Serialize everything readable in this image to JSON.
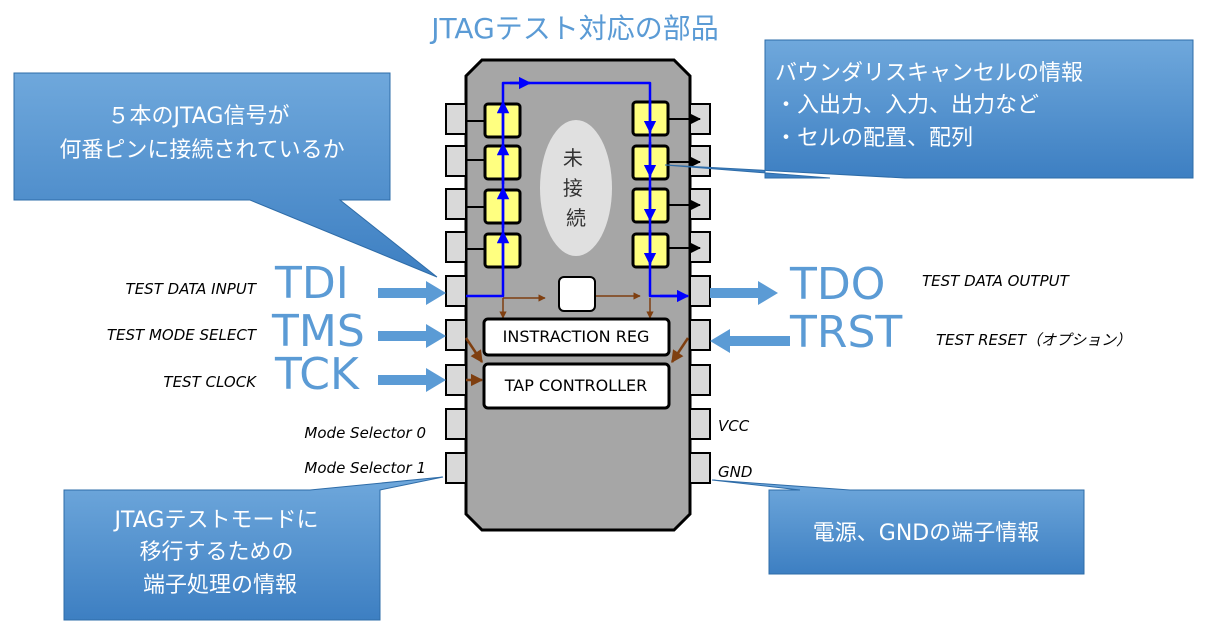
{
  "title": "JTAGテスト対応の部品",
  "callouts": {
    "pins": [
      "５本のJTAG信号が",
      "何番ピンに接続されているか"
    ],
    "boundary": [
      "バウンダリスキャンセルの情報",
      "・入出力、入力、出力など",
      "・セルの配置、配列"
    ],
    "mode": [
      "JTAGテストモードに",
      "移行するための",
      "端子処理の情報"
    ],
    "power": [
      "電源、GNDの端子情報"
    ]
  },
  "chip": {
    "unconnected": [
      "未",
      "接",
      "続"
    ],
    "instruction_reg": "INSTRACTION REG",
    "tap_controller": "TAP CONTROLLER"
  },
  "signals": {
    "tdi": {
      "short": "TDI",
      "long": "TEST DATA INPUT"
    },
    "tms": {
      "short": "TMS",
      "long": "TEST MODE SELECT"
    },
    "tck": {
      "short": "TCK",
      "long": "TEST CLOCK"
    },
    "tdo": {
      "short": "TDO",
      "long": "TEST DATA OUTPUT"
    },
    "trst": {
      "short": "TRST",
      "long": "TEST RESET（オプション）"
    }
  },
  "pin_labels": {
    "mode_selector_0": "Mode Selector 0",
    "mode_selector_1": "Mode Selector 1",
    "vcc": "VCC",
    "gnd": "GND"
  },
  "colors": {
    "callout_fill": "#4a8fd0",
    "accent_blue": "#5b9bd5",
    "chip_body": "#a6a6a6",
    "cell_yellow": "#ffff80",
    "scan_path": "#0000ff",
    "control_line": "#7f3f10"
  }
}
